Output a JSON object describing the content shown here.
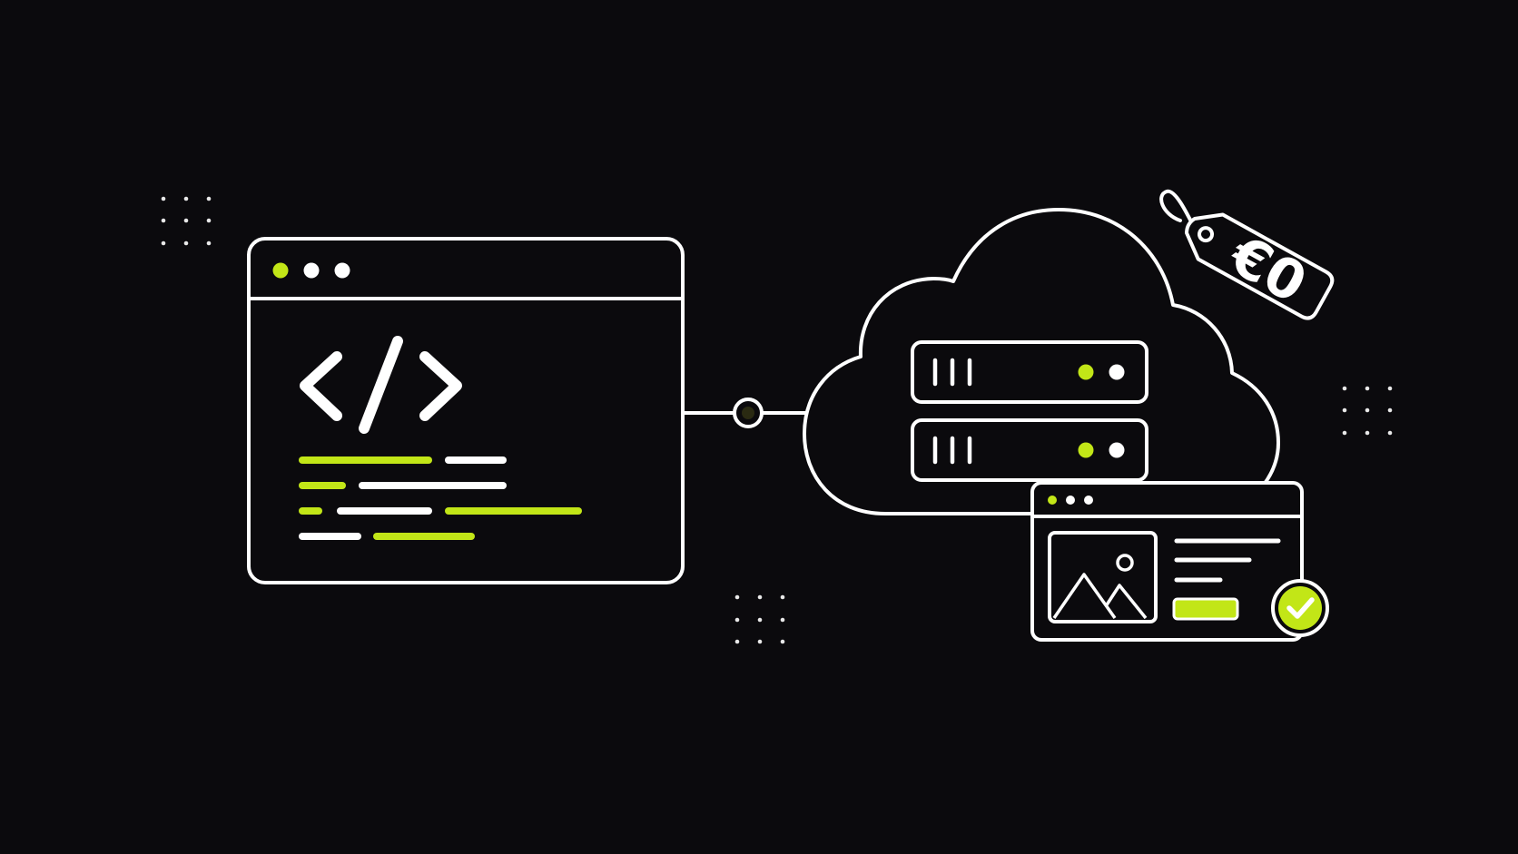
{
  "scene": {
    "background": "#0b0a0d",
    "stroke_color": "#ffffff",
    "accent_color": "#c2e617",
    "elements": [
      "code-editor-window",
      "connector-node",
      "cloud",
      "server-rack",
      "price-tag",
      "website-window",
      "check-badge"
    ]
  },
  "code_window": {
    "window_dots": [
      "accent",
      "white",
      "white"
    ],
    "code_symbol_icon": "code-brackets-icon"
  },
  "server_rack": {
    "units": 2,
    "status_lights": [
      "accent",
      "white"
    ]
  },
  "price_tag": {
    "text": "€0"
  },
  "website_window": {
    "image_icon": "image-placeholder-icon",
    "button_icon": "accent-button",
    "status_icon": "check-icon"
  }
}
